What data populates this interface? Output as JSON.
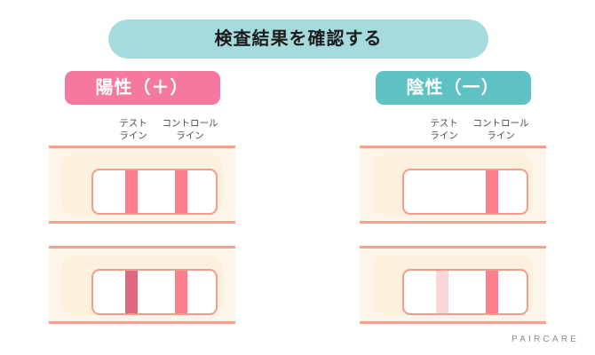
{
  "header": {
    "title": "検査結果を確認する",
    "banner_color": "#a6dbde"
  },
  "brand": {
    "name": "PAIRCARE"
  },
  "labels": {
    "test_line_row1": "テスト",
    "test_line_row2": "ライン",
    "control_line_row1": "コントロール",
    "control_line_row2": "ライン"
  },
  "columns": [
    {
      "key": "positive",
      "pill_label": "陽性（＋）",
      "pill_color": "#f5799e",
      "strips": [
        {
          "name": "positive-strip-top",
          "test_line": {
            "visible": true,
            "color": "#fb7f8c"
          },
          "control_line": {
            "visible": true,
            "color": "#fb7f8c"
          }
        },
        {
          "name": "positive-strip-bottom",
          "test_line": {
            "visible": true,
            "color": "#e0697f"
          },
          "control_line": {
            "visible": true,
            "color": "#fb7f8c"
          }
        }
      ]
    },
    {
      "key": "negative",
      "pill_label": "陰性（一）",
      "pill_color": "#5fc2c2",
      "strips": [
        {
          "name": "negative-strip-top",
          "test_line": {
            "visible": false,
            "color": "#ffffff"
          },
          "control_line": {
            "visible": true,
            "color": "#fb7f8c"
          }
        },
        {
          "name": "negative-strip-bottom",
          "test_line": {
            "visible": true,
            "color": "#fcd5da"
          },
          "control_line": {
            "visible": true,
            "color": "#fb7f8c"
          }
        }
      ]
    }
  ],
  "palette": {
    "strip_body": "#fdf5e9",
    "strip_inner": "#fdf1dd",
    "strip_border": "#f9a08d",
    "window_border": "#f79a87",
    "window_fill": "#ffffff",
    "label_text": "#4d4d4d",
    "brand_text": "#8c8c8c"
  }
}
